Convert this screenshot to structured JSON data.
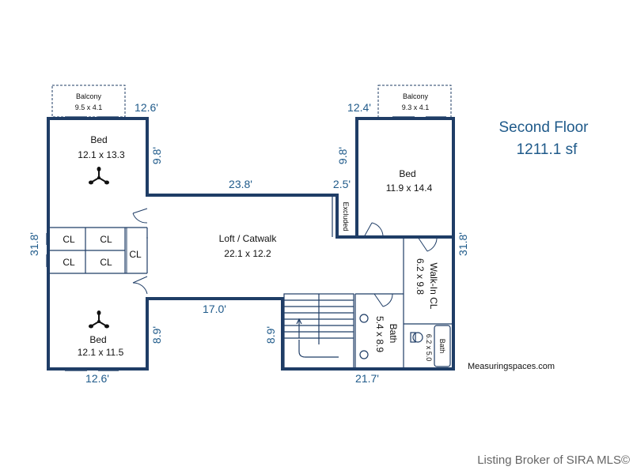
{
  "title": {
    "line1": "Second Floor",
    "line2": "1211.1 sf"
  },
  "rooms": {
    "bed_top_left": {
      "name": "Bed",
      "size": "12.1 x 13.3"
    },
    "bed_bottom_left": {
      "name": "Bed",
      "size": "12.1 x 11.5"
    },
    "bed_right": {
      "name": "Bed",
      "size": "11.9 x 14.4"
    },
    "loft": {
      "name": "Loft / Catwalk",
      "size": "22.1 x 12.2"
    },
    "walkin": {
      "name": "Walk-In CL",
      "size": "6.2 x 9.8"
    },
    "bath": {
      "name": "Bath",
      "size": "5.4 x 8.9"
    },
    "bath_small": {
      "size": "6.2 x 5.0"
    },
    "excluded": "Excluded",
    "tub": "Bath",
    "closets": [
      "CL",
      "CL",
      "CL",
      "CL",
      "CL"
    ]
  },
  "balconies": [
    {
      "name": "Balcony",
      "size": "9.5 x 4.1"
    },
    {
      "name": "Balcony",
      "size": "9.3 x 4.1"
    }
  ],
  "dimensions": {
    "left_top_width": "12.6'",
    "left_bottom_width": "12.6'",
    "right_top_width": "12.4'",
    "left_height": "31.8'",
    "right_height": "31.8'",
    "left_top_wall": "9.8'",
    "right_top_wall": "9.8'",
    "left_bottom_wall": "8.9'",
    "stair_wall": "8.9'",
    "loft_top": "23.8'",
    "loft_notch": "2.5'",
    "loft_bottom": "17.0'",
    "bottom_right": "21.7'"
  },
  "credits": {
    "measurer": "Measuringspaces.com",
    "broker": "Listing Broker of SIRA MLS©"
  }
}
